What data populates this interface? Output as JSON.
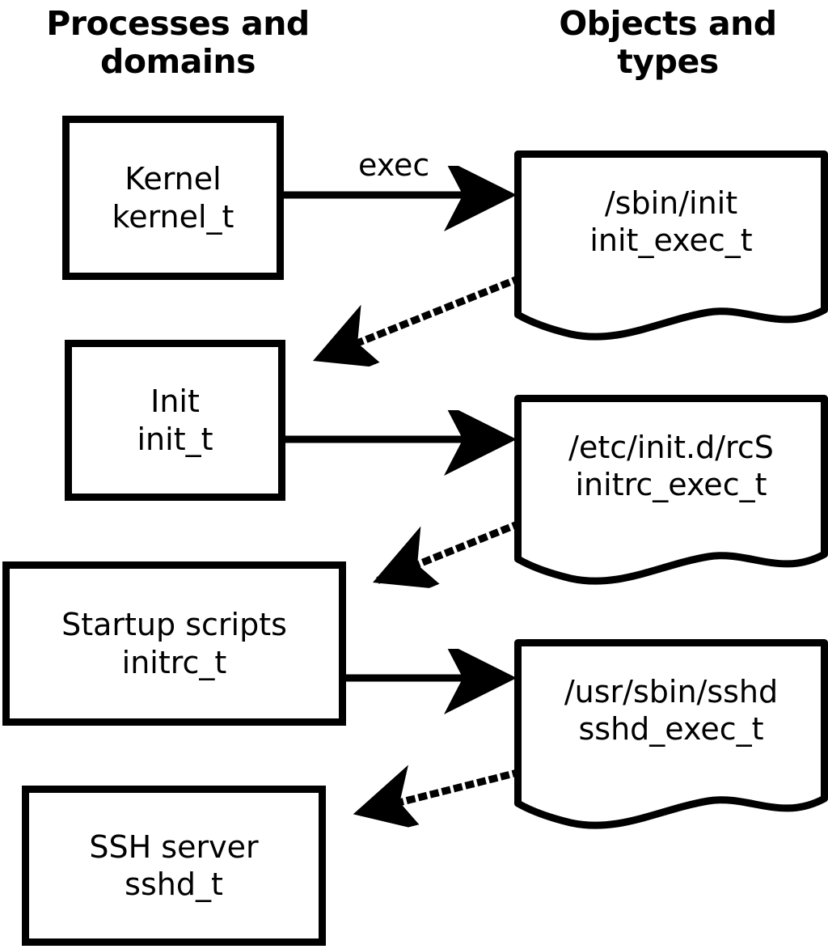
{
  "headers": {
    "left": {
      "line1": "Processes",
      "line2": "and domains"
    },
    "right": {
      "line1": "Objects and",
      "line2": "types"
    }
  },
  "colors": {
    "stroke": "#000000",
    "fill": "#ffffff",
    "background": "#ffffff"
  },
  "processes": [
    {
      "id": "kernel",
      "name": "Kernel",
      "type": "kernel_t"
    },
    {
      "id": "init",
      "name": "Init",
      "type": "init_t"
    },
    {
      "id": "initrc",
      "name": "Startup scripts",
      "type": "initrc_t"
    },
    {
      "id": "sshd",
      "name": "SSH server",
      "type": "sshd_t"
    }
  ],
  "objects": [
    {
      "id": "init-exec",
      "path": "/sbin/init",
      "type": "init_exec_t"
    },
    {
      "id": "initrc-exec",
      "path": "/etc/init.d/rcS",
      "type": "initrc_exec_t"
    },
    {
      "id": "sshd-exec",
      "path": "/usr/sbin/sshd",
      "type": "sshd_exec_t"
    }
  ],
  "edges": [
    {
      "id": "kernel-exec-init",
      "label": "exec",
      "style": "solid",
      "from": "kernel",
      "to": "init-exec"
    },
    {
      "id": "init-exec-to-init",
      "label": "",
      "style": "dotted",
      "from": "init-exec",
      "to": "init"
    },
    {
      "id": "init-exec-initrc",
      "label": "",
      "style": "solid",
      "from": "init",
      "to": "initrc-exec"
    },
    {
      "id": "initrc-exec-to-initrc",
      "label": "",
      "style": "dotted",
      "from": "initrc-exec",
      "to": "initrc"
    },
    {
      "id": "initrc-exec-sshd",
      "label": "",
      "style": "solid",
      "from": "initrc",
      "to": "sshd-exec"
    },
    {
      "id": "sshd-exec-to-sshd",
      "label": "",
      "style": "dotted",
      "from": "sshd-exec",
      "to": "sshd"
    }
  ]
}
